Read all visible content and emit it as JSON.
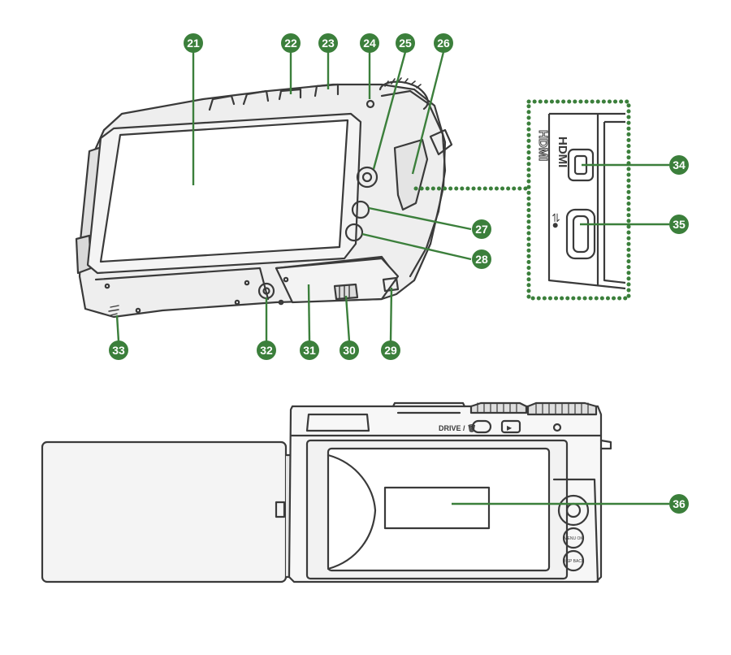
{
  "colors": {
    "outline": "#3a3a3a",
    "body_fill": "#e6e6e6",
    "body_fill_dark": "#cfcfcf",
    "screen_fill": "#f2f2f2",
    "callout_fill": "#3b7f3b",
    "callout_text": "#ffffff",
    "callout_line": "#3b7f3b",
    "dotted_border": "#3b7f3b"
  },
  "top_view": {
    "callouts": [
      {
        "label": "21",
        "target": "lcd-monitor"
      },
      {
        "label": "22",
        "target": "top-button-1"
      },
      {
        "label": "23",
        "target": "top-button-2"
      },
      {
        "label": "24",
        "target": "indicator-lamp"
      },
      {
        "label": "25",
        "target": "selector-button"
      },
      {
        "label": "26",
        "target": "connector-cover"
      },
      {
        "label": "27",
        "target": "rear-button-upper"
      },
      {
        "label": "28",
        "target": "rear-button-lower"
      },
      {
        "label": "29",
        "target": "strap-eyelet"
      },
      {
        "label": "30",
        "target": "battery-latch"
      },
      {
        "label": "31",
        "target": "battery-cover"
      },
      {
        "label": "32",
        "target": "tripod-mount"
      },
      {
        "label": "33",
        "target": "speaker"
      },
      {
        "label": "34",
        "target": "hdmi-connector"
      },
      {
        "label": "35",
        "target": "usb-connector"
      }
    ],
    "port_labels": {
      "hdmi": "HDMI",
      "usb": "⇌⦁"
    }
  },
  "bottom_view": {
    "button_labels": {
      "drive": "DRIVE / 🗑",
      "play": "▶",
      "menu": "MENU OK",
      "disp": "DISP BACK"
    },
    "callouts": [
      {
        "label": "36",
        "target": "monitor-label-area"
      }
    ]
  }
}
